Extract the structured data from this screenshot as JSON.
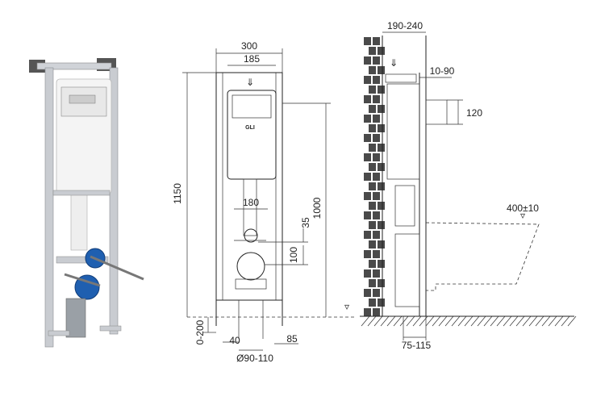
{
  "front_view": {
    "width_outer": "300",
    "width_inner": "185",
    "height_total": "1150",
    "height_outlet": "1000",
    "pipe_spacing": "180",
    "offset_35": "35",
    "offset_100": "100",
    "adjust_foot": "0-200",
    "foot_40": "40",
    "foot_85": "85",
    "drain_diameter": "Ø90-110",
    "cistern_logo": "GLI"
  },
  "side_view": {
    "depth": "190-240",
    "offset_10_90": "10-90",
    "pipe_120": "120",
    "bowl_height": "400±10",
    "floor_offset": "75-115"
  },
  "colors": {
    "frame": "#c9ccd1",
    "cistern": "#f4f4f4",
    "pipe_cap": "#1f5fb0",
    "brick": "#4a4a4a"
  }
}
